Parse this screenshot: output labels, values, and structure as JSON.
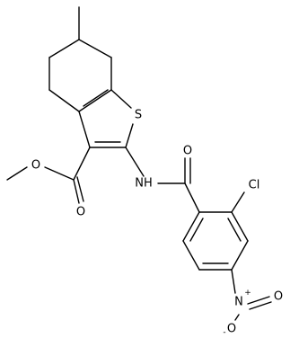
{
  "structure": {
    "atoms": {
      "sulfur": "S",
      "ring_oxygen_ester_carbonyl": "O",
      "ester_ether_oxygen": "O",
      "amide_nitrogen": "NH",
      "amide_oxygen": "O",
      "chlorine": "Cl",
      "nitro_nitrogen": "N",
      "nitro_nitrogen_charge": "+",
      "nitro_oxygen_double": "O",
      "nitro_oxygen_single": "O",
      "nitro_oxygen_charge": "-"
    },
    "colors": {
      "ink": "#000000",
      "background": "#ffffff"
    }
  }
}
